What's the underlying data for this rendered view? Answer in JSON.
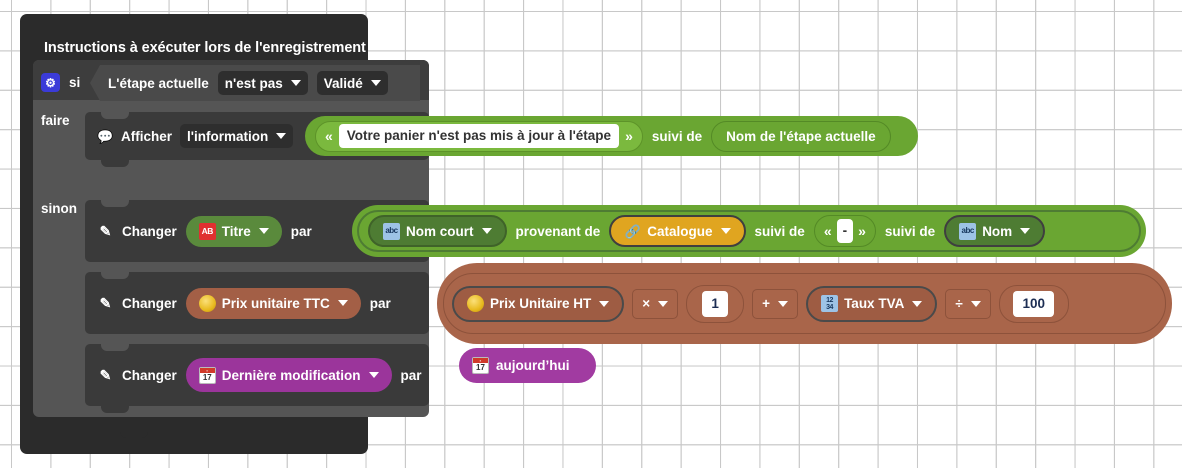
{
  "workspace": {
    "background": "#ffffff",
    "grid_marker_color": "#c9c9c9"
  },
  "outer_block": {
    "title": "Instructions à exécuter lors de l'enregistrement",
    "color": "#2b2b2b"
  },
  "if_block": {
    "color": "#555555",
    "gear_icon": "gear-icon",
    "if_label": "si",
    "condition": {
      "subject": "L'étape actuelle",
      "operator": "n'est pas",
      "value": "Validé"
    },
    "do_label": "faire",
    "else_label": "sinon"
  },
  "do_statement": {
    "bubble_icon": "speech-bubble-icon",
    "verb": "Afficher",
    "kind": "l'information",
    "text_block": {
      "color": "#6aa632",
      "open_quote": "«",
      "value": "Votre panier n'est pas mis à jour à l'étape",
      "close_quote": "»",
      "joiner": "suivi de",
      "next_value": "Nom de l'étape actuelle"
    }
  },
  "else_statements": [
    {
      "pencil_icon": "pencil-icon",
      "verb": "Changer",
      "target": {
        "icon": "ab-text-icon",
        "label": "Titre",
        "color": "#5a8a3c"
      },
      "connector": "par",
      "outer_color": "#6aa632",
      "parts": [
        {
          "type": "dropdown",
          "icon": "abc-text-icon",
          "label": "Nom court",
          "color": "#4e7c33"
        },
        {
          "type": "text",
          "label": "provenant de"
        },
        {
          "type": "dropdown",
          "icon": "link-icon",
          "label": "Catalogue",
          "color": "#e0a520"
        },
        {
          "type": "text",
          "label": "suivi de"
        },
        {
          "type": "quoted",
          "open_quote": "«",
          "value": "-",
          "close_quote": "»"
        },
        {
          "type": "text",
          "label": "suivi de"
        },
        {
          "type": "dropdown",
          "icon": "abc-text-icon",
          "label": "Nom",
          "color": "#4e7c33"
        }
      ]
    },
    {
      "pencil_icon": "pencil-icon",
      "verb": "Changer",
      "target": {
        "icon": "coin-icon",
        "label": "Prix unitaire TTC",
        "color": "#a35f46"
      },
      "connector": "par",
      "outer_color": "#a9654a",
      "parts": [
        {
          "type": "dropdown",
          "icon": "coin-icon",
          "label": "Prix Unitaire HT",
          "color": "#9e5c43"
        },
        {
          "type": "operator",
          "label": "×"
        },
        {
          "type": "number",
          "value": "1"
        },
        {
          "type": "operator",
          "label": "+"
        },
        {
          "type": "dropdown",
          "icon": "number-icon",
          "label": "Taux TVA",
          "color": "#9e5c43"
        },
        {
          "type": "operator",
          "label": "÷"
        },
        {
          "type": "number",
          "value": "100"
        }
      ]
    },
    {
      "pencil_icon": "pencil-icon",
      "verb": "Changer",
      "target": {
        "icon": "calendar-icon",
        "label": "Dernière modification",
        "color": "#9b359b"
      },
      "connector": "par",
      "outer_color": "#a13ba1",
      "parts": [
        {
          "type": "dropdown",
          "icon": "calendar-icon",
          "label": "aujourd’hui",
          "color": "#a13ba1",
          "no_caret": true
        }
      ]
    }
  ]
}
